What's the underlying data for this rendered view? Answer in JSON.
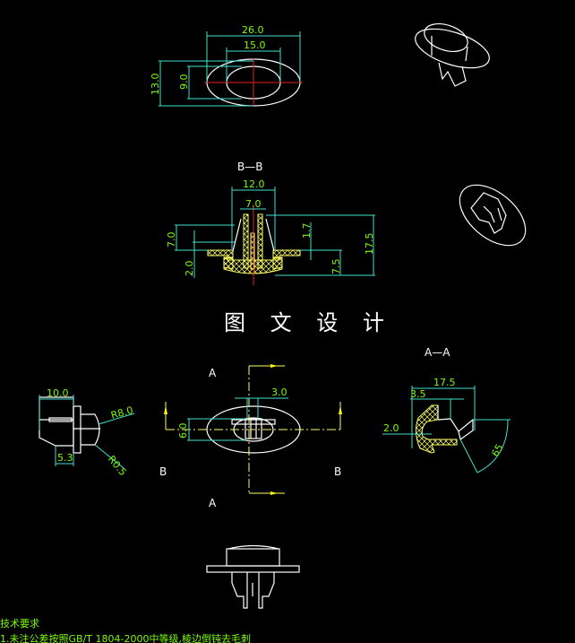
{
  "drawing": {
    "title": "图 文 设 计",
    "background": "#000000",
    "colors": {
      "outline": "#ffffff",
      "dimension": "#40e0d0",
      "dimension_text": "#7CFC00",
      "centerline": "#e02020",
      "section": "#ffff66"
    }
  },
  "top_view": {
    "dims": {
      "outer_width": "26.0",
      "inner_width": "15.0",
      "outer_height": "13.0",
      "inner_height": "9.0"
    }
  },
  "section_bb": {
    "label": "B—B",
    "dims": {
      "top_width": "12.0",
      "slot_width": "7.0",
      "left_height": "7.0",
      "flange": "2.0",
      "gap": "1.7",
      "lower": "7.5",
      "total_height": "17.5"
    }
  },
  "side_view": {
    "dims": {
      "width": "10.0",
      "radius_large": "R8.0",
      "radius_small": "R0.5",
      "leg": "5.3"
    }
  },
  "front_view": {
    "cut_labels": {
      "a_top": "A",
      "a_bottom": "A",
      "b_left": "B",
      "b_right": "B"
    },
    "dims": {
      "slot": "3.0",
      "height": "6.0"
    }
  },
  "section_aa": {
    "label": "A—A",
    "dims": {
      "width": "17.5",
      "step": "3.5",
      "wall": "2.0",
      "angle": "65"
    }
  },
  "notes": {
    "heading": "技术要求",
    "line1": "1.未注公差按照GB/T 1804-2000中等级,棱边倒钝去毛刺"
  }
}
